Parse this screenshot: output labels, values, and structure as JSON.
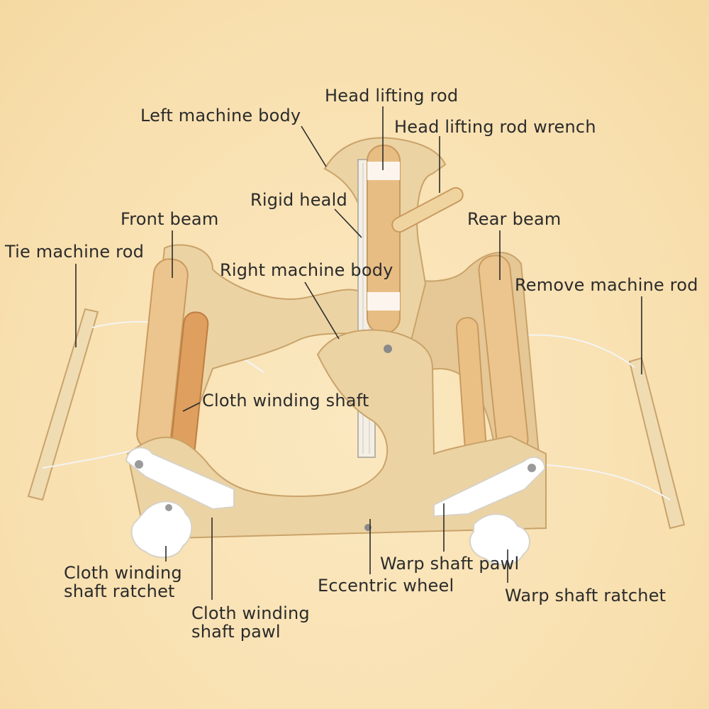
{
  "labels": {
    "head_lifting_rod": "Head lifting rod",
    "left_machine_body": "Left machine body",
    "head_lifting_rod_wrench": "Head lifting rod wrench",
    "rigid_heald": "Rigid heald",
    "front_beam": "Front beam",
    "rear_beam": "Rear beam",
    "tie_machine_rod": "Tie machine rod",
    "right_machine_body": "Right machine body",
    "remove_machine_rod": "Remove machine rod",
    "cloth_winding_shaft": "Cloth winding shaft",
    "cloth_winding_shaft_ratchet_1": "Cloth winding",
    "cloth_winding_shaft_ratchet_2": "shaft ratchet",
    "cloth_winding_shaft_pawl_1": "Cloth winding",
    "cloth_winding_shaft_pawl_2": "shaft pawl",
    "eccentric_wheel": "Eccentric wheel",
    "warp_shaft_pawl": "Warp shaft pawl",
    "warp_shaft_ratchet": "Warp shaft ratchet"
  },
  "colors": {
    "background": "#f9e2b3",
    "plywood": "#e9cf9e",
    "plywood_edge": "#c9a36a",
    "dowel": "#e6b77c",
    "dowel_dark": "#d39a5a",
    "white_part": "#ffffff",
    "leader_line": "#2b2b2b"
  }
}
